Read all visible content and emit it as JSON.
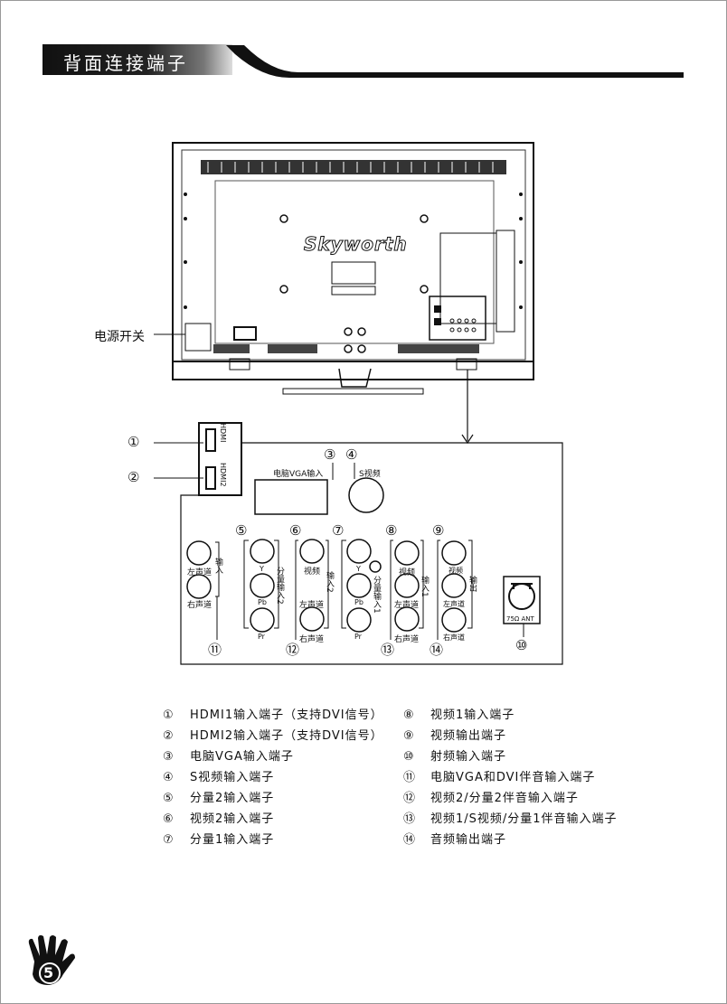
{
  "header": {
    "title": "背面连接端子"
  },
  "tv": {
    "brand": "Skyworth",
    "power_switch_label": "电源开关"
  },
  "panel": {
    "hdmi1_label": "HDMI",
    "hdmi2_label": "HDMI2",
    "vga_label": "电脑VGA输入",
    "svideo_label": "S视频",
    "left_ch": "左声道",
    "right_ch": "右声道",
    "input_label": "输入",
    "output_label": "输出",
    "y_label": "Y",
    "pb_label": "Pb",
    "pr_label": "Pr",
    "video_label": "视频",
    "comp2_label": "分量输入2",
    "input2_label": "输入2",
    "comp1_label": "分量输入1",
    "input1_label": "输入1",
    "ant_label": "75Ω ANT",
    "markers": [
      "①",
      "②",
      "③",
      "④",
      "⑤",
      "⑥",
      "⑦",
      "⑧",
      "⑨",
      "⑩",
      "⑪",
      "⑫",
      "⑬",
      "⑭"
    ]
  },
  "legend_left": [
    {
      "num": "①",
      "text": "HDMI1输入端子（支持DVI信号）"
    },
    {
      "num": "②",
      "text": "HDMI2输入端子（支持DVI信号）"
    },
    {
      "num": "③",
      "text": "电脑VGA输入端子"
    },
    {
      "num": "④",
      "text": "S视频输入端子"
    },
    {
      "num": "⑤",
      "text": "分量2输入端子"
    },
    {
      "num": "⑥",
      "text": "视频2输入端子"
    },
    {
      "num": "⑦",
      "text": "分量1输入端子"
    }
  ],
  "legend_right": [
    {
      "num": "⑧",
      "text": "视频1输入端子"
    },
    {
      "num": "⑨",
      "text": "视频输出端子"
    },
    {
      "num": "⑩",
      "text": "射频输入端子"
    },
    {
      "num": "⑪",
      "text": "电脑VGA和DVI伴音输入端子"
    },
    {
      "num": "⑫",
      "text": "视频2/分量2伴音输入端子"
    },
    {
      "num": "⑬",
      "text": "视频1/S视频/分量1伴音输入端子"
    },
    {
      "num": "⑭",
      "text": "音频输出端子"
    }
  ],
  "page_number": "5"
}
